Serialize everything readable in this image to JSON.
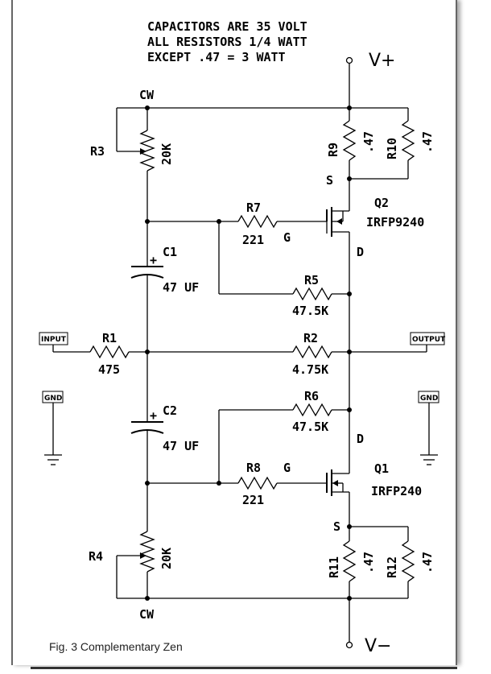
{
  "notes": [
    "CAPACITORS ARE 35 VOLT",
    "ALL RESISTORS 1/4 WATT",
    "EXCEPT .47 = 3 WATT"
  ],
  "rails": {
    "pos": "V+",
    "neg": "V−"
  },
  "caption": "Fig. 3 Complementary Zen",
  "ports": {
    "input": "INPUT",
    "output": "OUTPUT",
    "gnd_left": "GND",
    "gnd_right": "GND"
  },
  "pots": {
    "r3": {
      "name": "R3",
      "value": "20K",
      "end": "CW"
    },
    "r4": {
      "name": "R4",
      "value": "20K",
      "end": "CW"
    }
  },
  "resistors": {
    "r1": {
      "name": "R1",
      "value": "475"
    },
    "r2": {
      "name": "R2",
      "value": "4.75K"
    },
    "r5": {
      "name": "R5",
      "value": "47.5K"
    },
    "r6": {
      "name": "R6",
      "value": "47.5K"
    },
    "r7": {
      "name": "R7",
      "value": "221"
    },
    "r8": {
      "name": "R8",
      "value": "221"
    },
    "r9": {
      "name": "R9",
      "value": ".47"
    },
    "r10": {
      "name": "R10",
      "value": ".47"
    },
    "r11": {
      "name": "R11",
      "value": ".47"
    },
    "r12": {
      "name": "R12",
      "value": ".47"
    }
  },
  "capacitors": {
    "c1": {
      "name": "C1",
      "value": "47 UF",
      "polarity": "+"
    },
    "c2": {
      "name": "C2",
      "value": "47 UF",
      "polarity": "+"
    }
  },
  "transistors": {
    "q1": {
      "name": "Q1",
      "part": "IRFP240",
      "gate": "G",
      "drain": "D",
      "source": "S"
    },
    "q2": {
      "name": "Q2",
      "part": "IRFP9240",
      "gate": "G",
      "drain": "D",
      "source": "S"
    }
  }
}
